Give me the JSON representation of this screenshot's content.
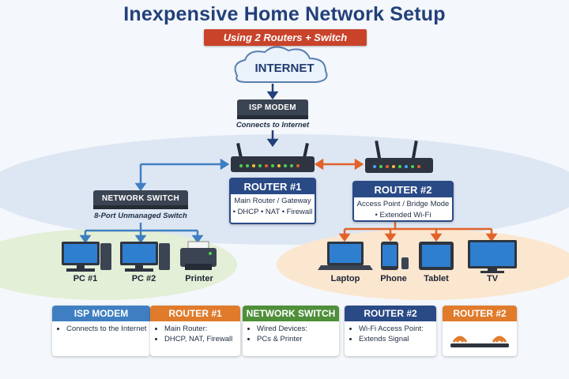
{
  "title": "Inexpensive Home Network Setup",
  "subtitle": "Using 2 Routers + Switch",
  "internet": {
    "label": "INTERNET"
  },
  "modem": {
    "label": "ISP MODEM",
    "caption": "Connects to Internet"
  },
  "router1": {
    "title": "ROUTER #1",
    "line1": "Main Router / Gateway",
    "line2": "• DHCP • NAT • Firewall"
  },
  "router2": {
    "title": "ROUTER #2",
    "line1": "Access Point / Bridge Mode",
    "line2": "• Extended Wi-Fi"
  },
  "switch": {
    "label": "NETWORK SWITCH",
    "caption": "8-Port Unmanaged Switch"
  },
  "wired_devices": [
    "PC #1",
    "PC #2",
    "Printer"
  ],
  "wireless_devices": [
    "Laptop",
    "Phone",
    "Tablet",
    "TV"
  ],
  "legend": [
    {
      "title": "ISP MODEM",
      "color": "#3f7fc1",
      "items": [
        "Connects to the Internet"
      ]
    },
    {
      "title": "ROUTER #1",
      "color": "#e07b2b",
      "items": [
        "Main Router:",
        "DHCP, NAT, Firewall"
      ]
    },
    {
      "title": "NETWORK SWITCH",
      "color": "#4f8f3a",
      "items": [
        "Wired Devices:",
        "PCs & Printer"
      ]
    },
    {
      "title": "ROUTER #2",
      "color": "#2a4a86",
      "items": [
        "Wi-Fi Access Point:",
        "Extends Signal"
      ]
    },
    {
      "title": "ROUTER #2",
      "color": "#e07b2b",
      "items": []
    }
  ],
  "colors": {
    "wired_link": "#3f7fc1",
    "wireless_link": "#e2622b",
    "dark": "#22407a"
  },
  "icons": [
    "cloud-icon",
    "modem-icon",
    "router-icon",
    "switch-icon",
    "desktop-pc-icon",
    "printer-icon",
    "laptop-icon",
    "phone-icon",
    "tablet-icon",
    "tv-icon",
    "wifi-icon"
  ]
}
